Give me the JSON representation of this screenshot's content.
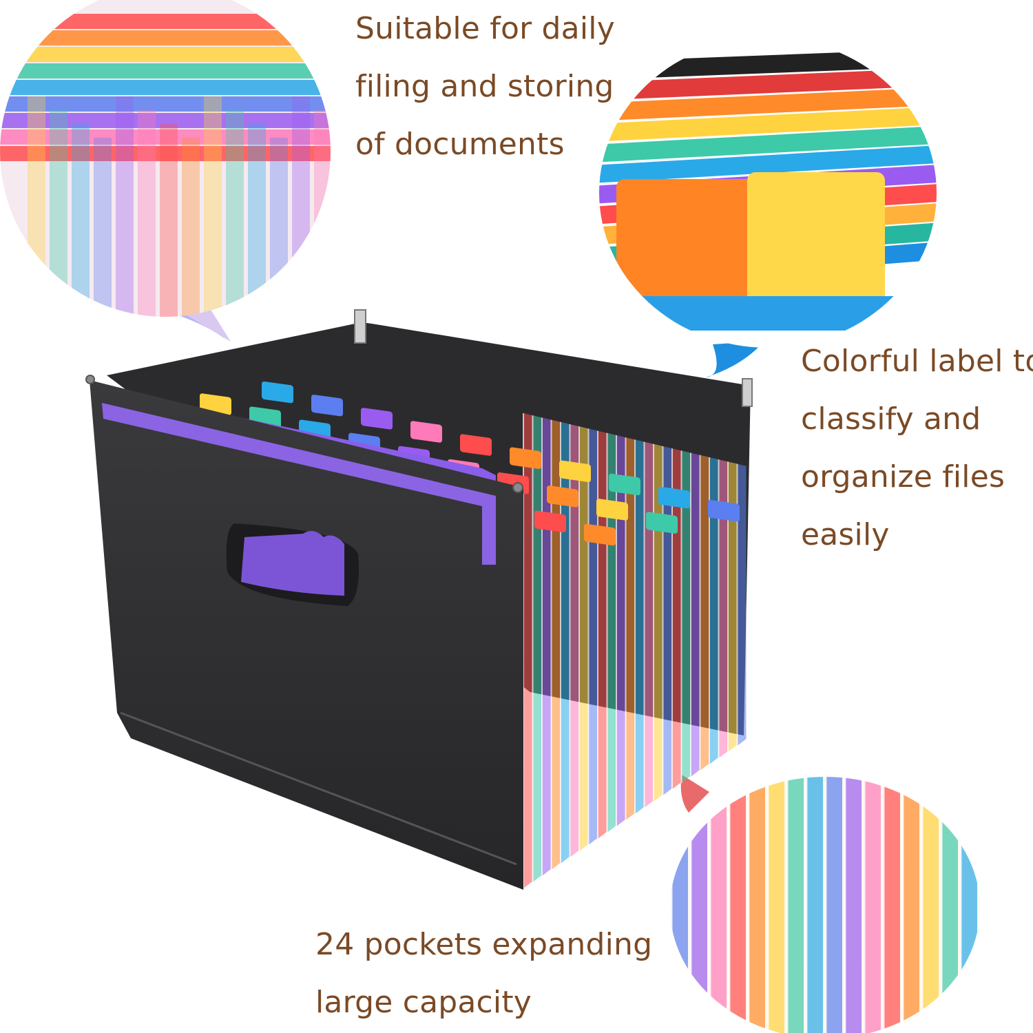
{
  "captions": {
    "daily_filing": "Suitable for daily\nfiling and storing\nof documents",
    "colorful_label": "Colorful label to\nclassify and\norganize files\neasily",
    "pockets": "24 pockets expanding\nlarge capacity"
  },
  "colors": {
    "caption_text": "#7a4a26",
    "case_black": "#2e2e30",
    "handle_purple": "#7b55d6",
    "rainbow": [
      "#ff4d4d",
      "#ff8a2a",
      "#ffd23f",
      "#3ec9a8",
      "#2aa9e8",
      "#5b7ff0",
      "#9a5cf0",
      "#ff7ab8"
    ]
  },
  "icons": {
    "product": "expanding-file-folder",
    "zoom_tabs": "folder-tabs-closeup",
    "zoom_labels": "colored-label-closeup",
    "zoom_pockets": "pocket-gussets-closeup"
  }
}
